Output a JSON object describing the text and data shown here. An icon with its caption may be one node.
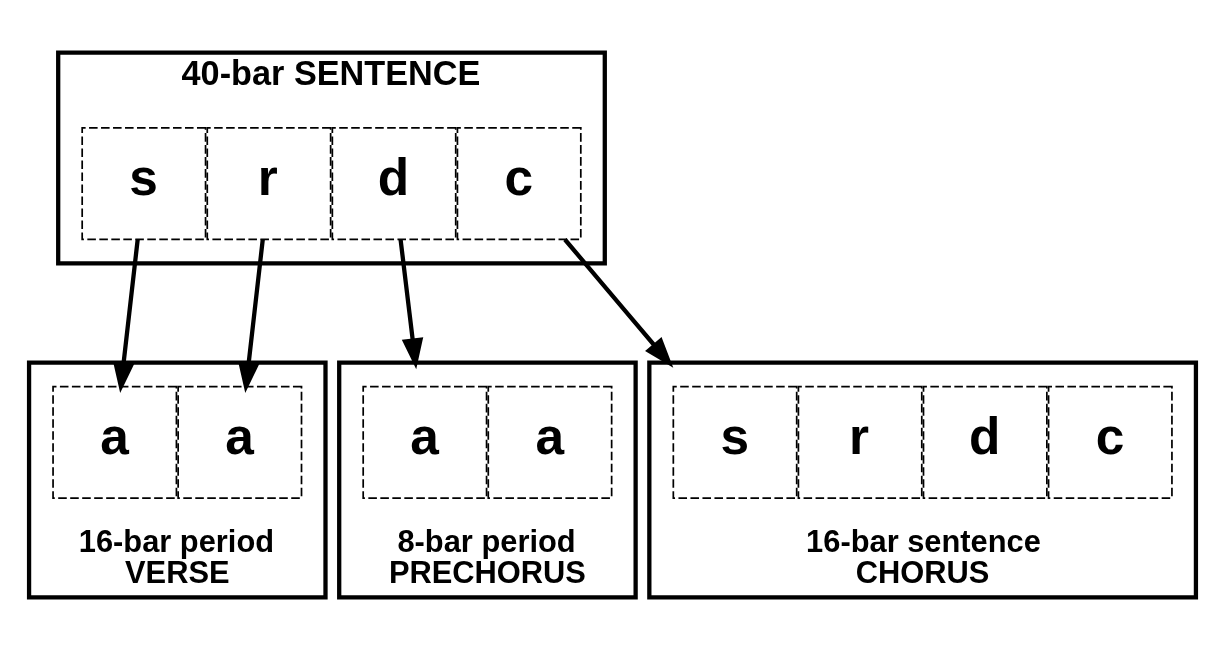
{
  "diagram": {
    "nodes": [
      {
        "text": [
          "40-bar SENTENCE"
        ]
      },
      {
        "text": [
          "s"
        ],
        "in": 0
      },
      {
        "text": [
          "r"
        ],
        "in": 0
      },
      {
        "text": [
          "d"
        ],
        "in": 0
      },
      {
        "text": [
          "c"
        ],
        "in": 0
      },
      {
        "text": [],
        "shape": "box",
        "beside": [
          "16-bar period",
          "VERSE"
        ]
      },
      {
        "text": [
          "a"
        ],
        "in": 5
      },
      {
        "text": [
          "a"
        ],
        "in": 5
      },
      {
        "text": [],
        "shape": "box",
        "beside": [
          "8-bar period",
          "PRECHORUS"
        ]
      },
      {
        "text": [
          "a"
        ],
        "in": 8
      },
      {
        "text": [
          "a"
        ],
        "in": 8
      },
      {
        "text": [],
        "shape": "box",
        "beside": [
          "16-bar sentence",
          "CHORUS"
        ]
      },
      {
        "text": [
          "s"
        ],
        "in": 11
      },
      {
        "text": [
          "r"
        ],
        "in": 11
      },
      {
        "text": [
          "d"
        ],
        "in": 11
      },
      {
        "text": [
          "c"
        ],
        "in": 11
      }
    ],
    "edges": [
      {
        "from": 1,
        "to": 6,
        "arrow": "to"
      },
      {
        "from": 2,
        "to": 7,
        "arrow": "to"
      },
      {
        "from": 3,
        "to": 8,
        "arrow": "to"
      },
      {
        "from": 4,
        "to": 11,
        "arrow": "to"
      }
    ]
  }
}
